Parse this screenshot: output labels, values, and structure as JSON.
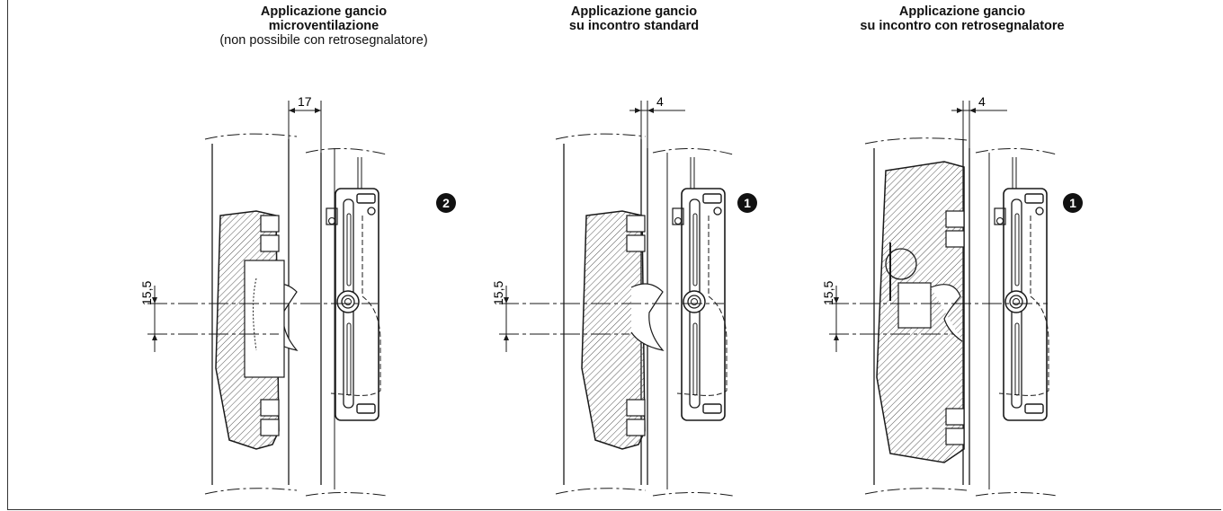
{
  "panels": [
    {
      "title_line1": "Applicazione gancio",
      "title_line2": "microventilazione",
      "title_note": "(non possibile con retrosegnalatore)",
      "dim_top": "17",
      "dim_side": "15,5",
      "marker": "2"
    },
    {
      "title_line1": "Applicazione gancio",
      "title_line2": "su incontro standard",
      "dim_top": "4",
      "dim_side": "15,5",
      "marker": "1"
    },
    {
      "title_line1": "Applicazione gancio",
      "title_line2": "su incontro con retrosegnalatore",
      "dim_top": "4",
      "dim_side": "15,5",
      "marker": "1"
    }
  ],
  "colors": {
    "line": "#1a1a1a",
    "hatch": "#555555",
    "marker_bg": "#111111"
  }
}
